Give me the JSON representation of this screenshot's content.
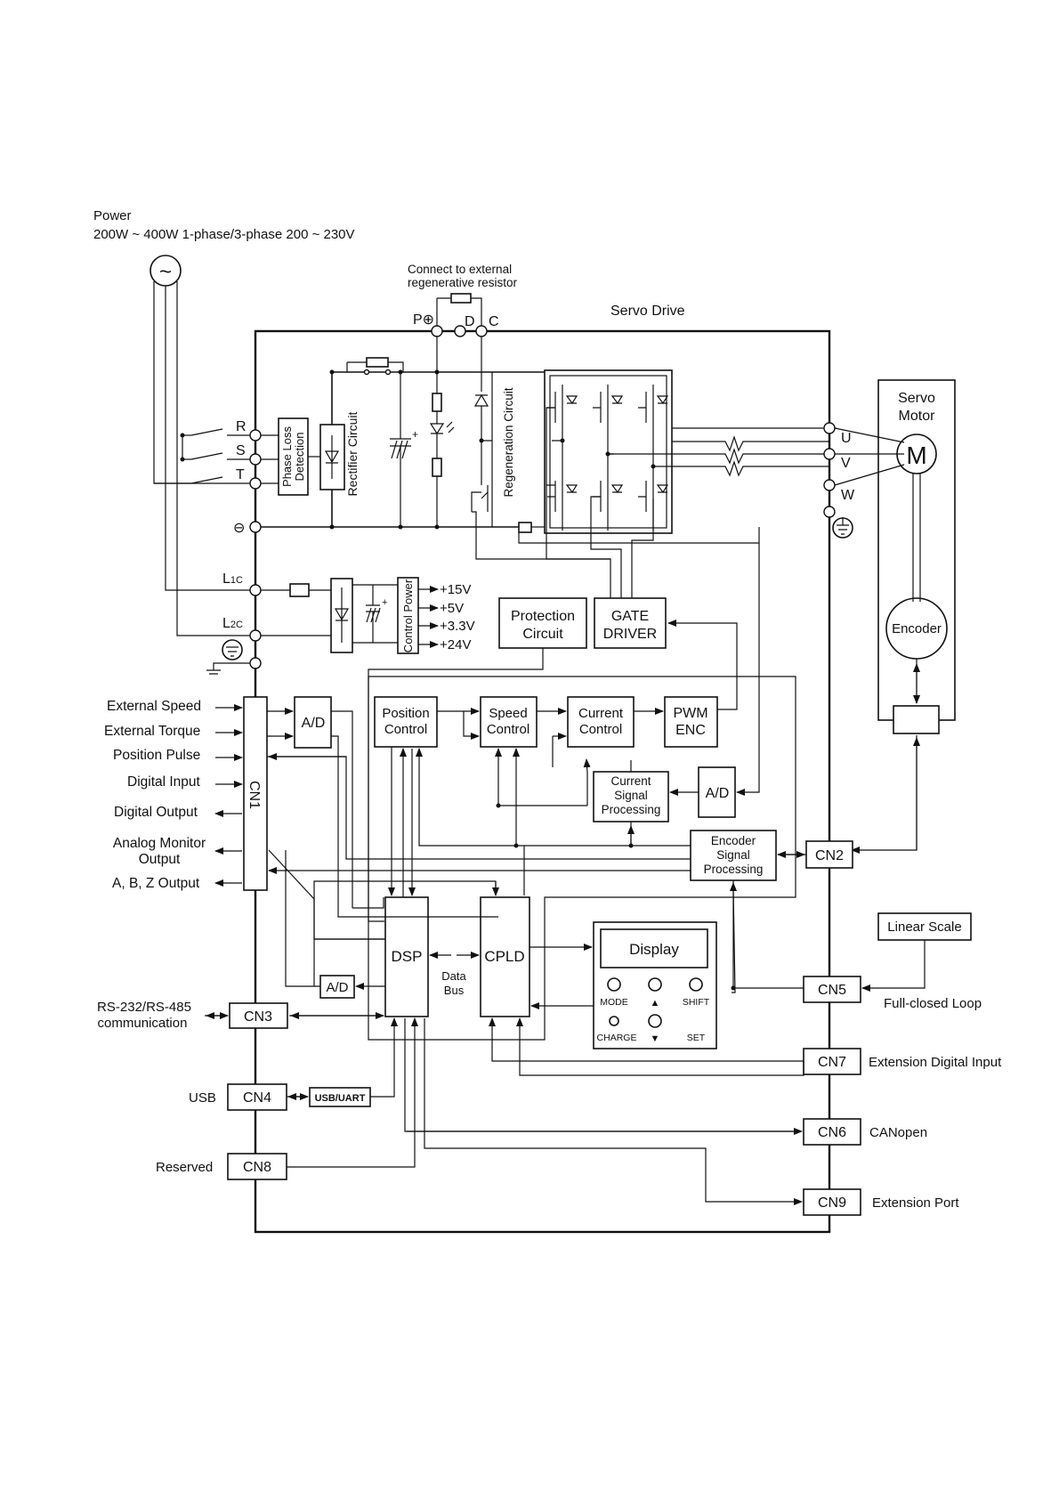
{
  "colors": {
    "ink": "#111111",
    "paper": "#ffffff"
  },
  "power": {
    "title": "Power",
    "spec": "200W ~ 400W   1-phase/3-phase  200 ~ 230V",
    "source_symbol": "~"
  },
  "regen_note": {
    "line1": "Connect to external",
    "line2": "regenerative resistor"
  },
  "drive_title": "Servo Drive",
  "terminals": {
    "p_plus": "P⊕",
    "d": "D",
    "c": "C",
    "r": "R",
    "s": "S",
    "t": "T",
    "minus": "⊖",
    "l1c": "L1C",
    "l2c": "L2C",
    "u": "U",
    "v": "V",
    "w": "W"
  },
  "blocks": {
    "phase_loss_1": "Phase Loss",
    "phase_loss_2": "Detection",
    "rectifier": "Rectifier Circuit",
    "regeneration": "Regeneration Circuit",
    "control_power": "Control Power",
    "protection_1": "Protection",
    "protection_2": "Circuit",
    "gate_1": "GATE",
    "gate_2": "DRIVER",
    "ad_main": "A/D",
    "position_1": "Position",
    "position_2": "Control",
    "speed_1": "Speed",
    "speed_2": "Control",
    "current_1": "Current",
    "current_2": "Control",
    "pwm_1": "PWM",
    "pwm_2": "ENC",
    "ad_current": "A/D",
    "csp_1": "Current",
    "csp_2": "Signal",
    "csp_3": "Processing",
    "esp_1": "Encoder",
    "esp_2": "Signal",
    "esp_3": "Processing",
    "cn1": "CN1",
    "dsp": "DSP",
    "cpld": "CPLD",
    "data_1": "Data",
    "data_2": "Bus",
    "ad_dsp": "A/D",
    "usb_uart": "USB/UART"
  },
  "voltages": [
    "+15V",
    "+5V",
    "+3.3V",
    "+24V"
  ],
  "inputs": {
    "ext_speed": "External Speed",
    "ext_torque": "External Torque",
    "pos_pulse": "Position Pulse",
    "dig_in": "Digital Input",
    "dig_out": "Digital Output",
    "analog_1": "Analog Monitor",
    "analog_2": "Output",
    "abz": "A, B, Z Output"
  },
  "motor": {
    "title_1": "Servo",
    "title_2": "Motor",
    "symbol": "M",
    "encoder": "Encoder"
  },
  "panel": {
    "display": "Display",
    "mode": "MODE",
    "up": "▲",
    "shift": "SHIFT",
    "charge": "CHARGE",
    "down": "▼",
    "set": "SET"
  },
  "connectors": {
    "cn2": "CN2",
    "cn3": "CN3",
    "cn4": "CN4",
    "cn5": "CN5",
    "cn6": "CN6",
    "cn7": "CN7",
    "cn8": "CN8",
    "cn9": "CN9"
  },
  "external": {
    "linear_scale": "Linear Scale",
    "full_closed": "Full-closed Loop",
    "ext_dig_in": "Extension Digital Input",
    "canopen": "CANopen",
    "ext_port": "Extension Port",
    "rs_1": "RS-232/RS-485",
    "rs_2": "communication",
    "usb": "USB",
    "reserved": "Reserved"
  }
}
